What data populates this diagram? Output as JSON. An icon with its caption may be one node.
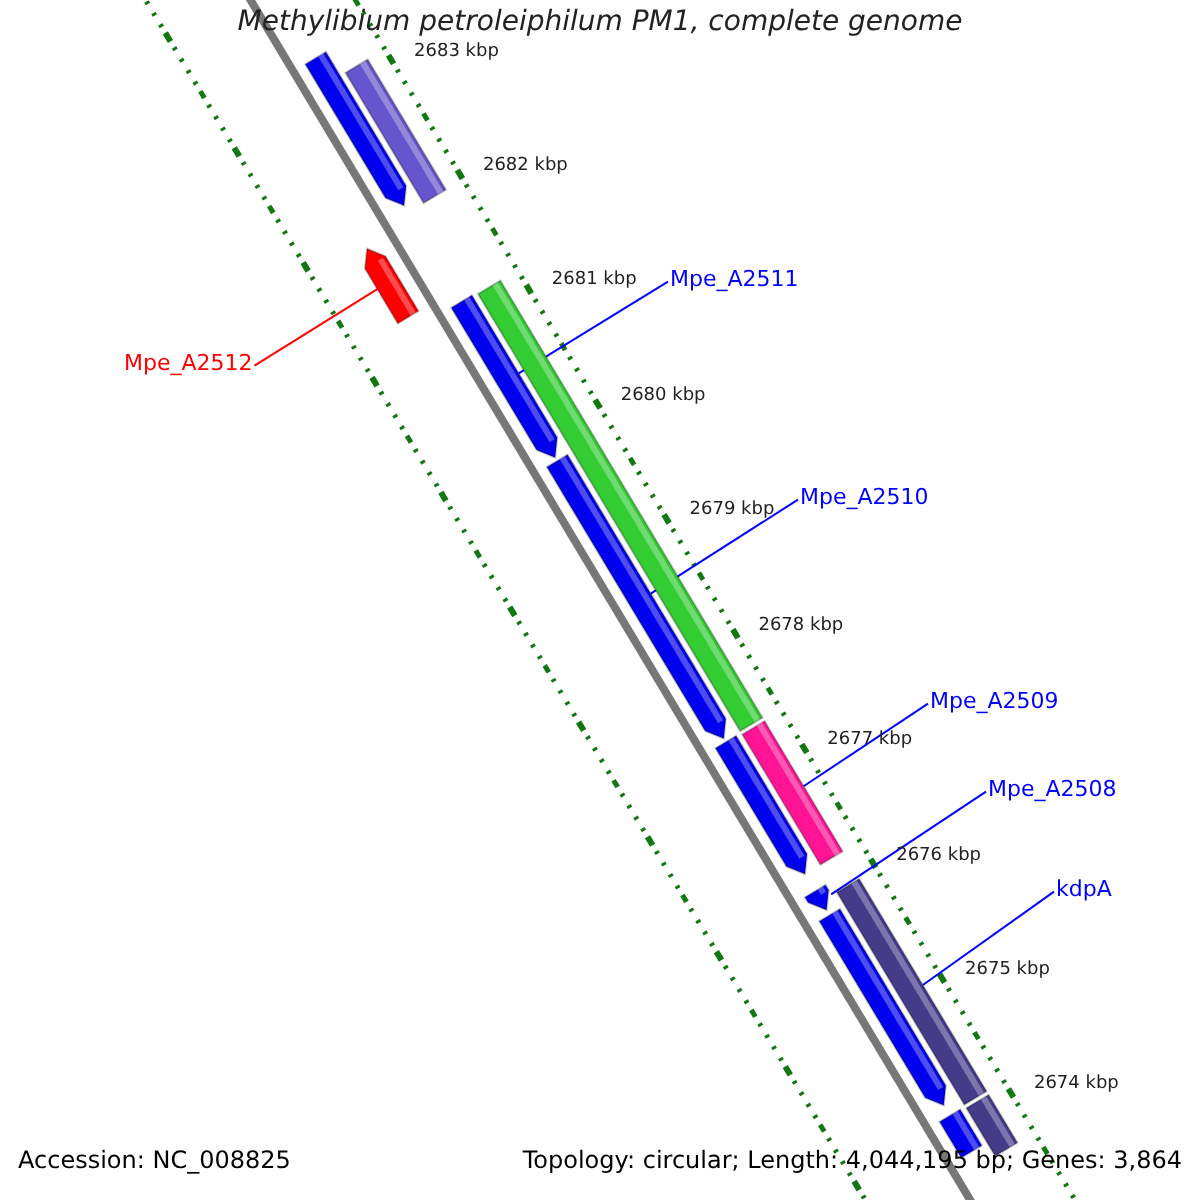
{
  "diagram": {
    "title": "Methylibium petroleiphilum PM1, complete genome",
    "nodes": [
      {
        "text": [],
        "shape": "bar"
      },
      {
        "text": [],
        "shape": "bar"
      },
      {
        "text": [],
        "shape": "bar"
      },
      {
        "text": [
          "Mpe_A2511"
        ]
      },
      {
        "text": [],
        "shape": "bar"
      },
      {
        "text": [],
        "shape": "bar"
      },
      {
        "text": [
          "Mpe_A2512"
        ]
      },
      {
        "text": [
          "Mpe_A2510"
        ]
      },
      {
        "text": [],
        "shape": "bar"
      },
      {
        "text": [
          "Mpe_A2509"
        ]
      },
      {
        "text": [],
        "shape": "bar"
      },
      {
        "text": [],
        "shape": "bar"
      },
      {
        "text": [
          "Mpe_A2508"
        ]
      },
      {
        "text": [],
        "shape": "bar"
      },
      {
        "text": [
          "kdpA"
        ]
      },
      {
        "text": [],
        "shape": "bar"
      },
      {
        "text": [],
        "shape": "bar"
      },
      {
        "text": [],
        "shape": "bar"
      },
      {
        "text": [],
        "shape": "bar"
      }
    ],
    "edges": [
      {
        "from": 3,
        "to": 4,
        "arrow": "none"
      },
      {
        "from": 6,
        "to": 2,
        "arrow": "none",
        "color": "#ff0000"
      },
      {
        "from": 7,
        "to": 8,
        "arrow": "none"
      },
      {
        "from": 9,
        "to": 10,
        "arrow": "none"
      },
      {
        "from": 12,
        "to": 13,
        "arrow": "none"
      },
      {
        "from": 14,
        "to": 15,
        "arrow": "none"
      }
    ],
    "labels": [
      "2683 kbp",
      "2682 kbp",
      "2681 kbp",
      "2680 kbp",
      "2679 kbp",
      "2678 kbp",
      "2677 kbp",
      "2676 kbp",
      "2675 kbp",
      "2674 kbp",
      "Accession: NC_008825",
      "Topology: circular; Length: 4,044,195 bp; Genes: 3,864"
    ]
  }
}
